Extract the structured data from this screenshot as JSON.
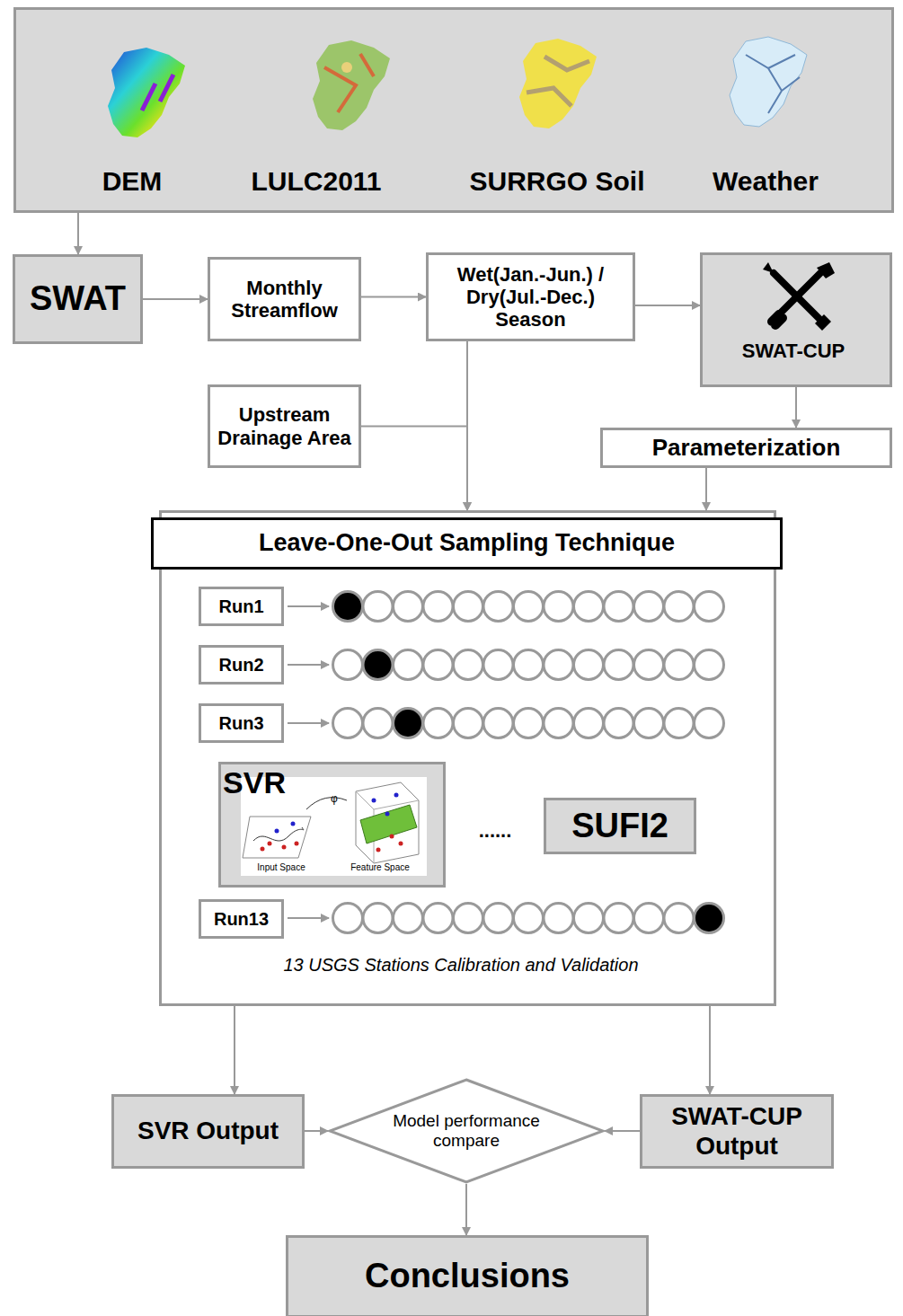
{
  "diagram": {
    "nodes": [
      {
        "text": [
          "DEM",
          "LULC2011",
          "SURRGO Soil",
          "Weather"
        ]
      },
      {
        "text": [
          "SWAT"
        ]
      },
      {
        "text": [
          "Monthly Streamflow"
        ]
      },
      {
        "text": [
          "Wet(Jan.-Jun.) / Dry(Jul.-Dec.) Season"
        ]
      },
      {
        "text": [
          "SWAT-CUP"
        ]
      },
      {
        "text": [
          "Upstream Drainage Area"
        ]
      },
      {
        "text": [
          "Parameterization"
        ]
      },
      {
        "text": [
          "13 USGS Stations Calibration and Validation"
        ]
      },
      {
        "text": [
          "Leave-One-Out Sampling Technique"
        ],
        "in": 7
      },
      {
        "text": [
          "Run1"
        ],
        "in": 7
      },
      {
        "text": [
          "Run2"
        ],
        "in": 7
      },
      {
        "text": [
          "Run3"
        ],
        "in": 7
      },
      {
        "text": [
          "SVR",
          "Input Space",
          "Feature Space"
        ],
        "in": 7
      },
      {
        "text": [
          "SUFI2"
        ],
        "in": 7
      },
      {
        "text": [
          "Run13"
        ],
        "in": 7
      },
      {
        "text": [
          "SVR Output"
        ]
      },
      {
        "text": [
          "Model performance compare"
        ]
      },
      {
        "text": [
          "SWAT-CUP Output"
        ]
      },
      {
        "text": [
          "Conclusions"
        ]
      }
    ],
    "edges": [
      {
        "from": 0,
        "to": 1,
        "arrow": "to"
      },
      {
        "from": 1,
        "to": 2,
        "arrow": "to"
      },
      {
        "from": 2,
        "to": 3,
        "arrow": "to"
      },
      {
        "from": 3,
        "to": 4,
        "arrow": "to"
      },
      {
        "from": 4,
        "to": 6,
        "arrow": "to"
      },
      {
        "from": 3,
        "to": 7,
        "arrow": "to"
      },
      {
        "from": 5,
        "to": 7,
        "arrow": "to"
      },
      {
        "from": 6,
        "to": 7,
        "arrow": "to"
      },
      {
        "from": 7,
        "to": 15,
        "arrow": "to"
      },
      {
        "from": 7,
        "to": 17,
        "arrow": "to"
      },
      {
        "from": 15,
        "to": 16,
        "arrow": "to"
      },
      {
        "from": 17,
        "to": 16,
        "arrow": "to"
      },
      {
        "from": 16,
        "to": 18,
        "arrow": "to"
      }
    ],
    "labels": [
      "φ",
      "......"
    ]
  }
}
